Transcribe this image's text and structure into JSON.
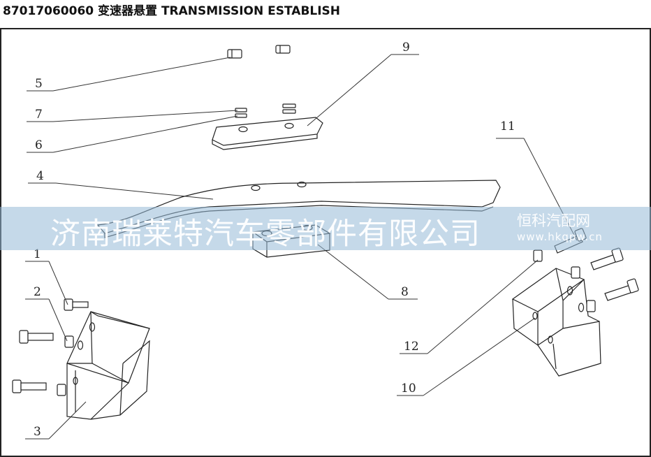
{
  "header": {
    "title": "87017060060 变速器悬置 TRANSMISSION ESTABLISH"
  },
  "diagram": {
    "callouts": [
      {
        "id": "1",
        "label": "1"
      },
      {
        "id": "2",
        "label": "2"
      },
      {
        "id": "3",
        "label": "3"
      },
      {
        "id": "4",
        "label": "4"
      },
      {
        "id": "5",
        "label": "5"
      },
      {
        "id": "6",
        "label": "6"
      },
      {
        "id": "7",
        "label": "7"
      },
      {
        "id": "8",
        "label": "8"
      },
      {
        "id": "9",
        "label": "9"
      },
      {
        "id": "10",
        "label": "10"
      },
      {
        "id": "11",
        "label": "11"
      },
      {
        "id": "12",
        "label": "12"
      }
    ]
  },
  "watermark": {
    "main_text": "济南瑞莱特汽车零部件有限公司",
    "side_text": "恒科汽配网",
    "url_text": "www.hkqpw.cn",
    "band_color": "#96b9d7"
  }
}
